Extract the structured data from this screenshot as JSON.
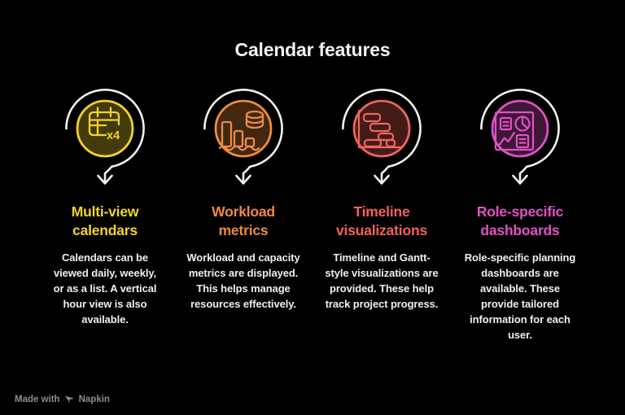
{
  "title": "Calendar features",
  "columns": [
    {
      "heading": "Multi-view calendars",
      "description": "Calendars can be viewed daily, weekly, or as a list. A vertical hour view is also available.",
      "accent": "#F2D32B",
      "icon": "calendar-multi-view-icon",
      "icon_label": "x4"
    },
    {
      "heading": "Workload metrics",
      "description": "Workload and capacity metrics are displayed. This helps manage resources effectively.",
      "accent": "#ED8B42",
      "icon": "workload-bar-chart-icon"
    },
    {
      "heading": "Timeline visualizations",
      "description": "Timeline and Gantt-style visualizations are provided. These help track project progress.",
      "accent": "#F1645C",
      "icon": "gantt-timeline-icon"
    },
    {
      "heading": "Role-specific dashboards",
      "description": "Role-specific planning dashboards are available. These provide tailored information for each user.",
      "accent": "#DF52C4",
      "icon": "role-dashboard-icon"
    }
  ],
  "footer": {
    "made_with": "Made with",
    "brand": "Napkin",
    "logo_icon": "napkin-logo-icon"
  }
}
